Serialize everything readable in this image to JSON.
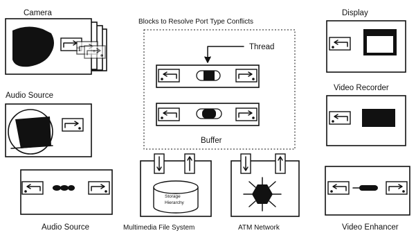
{
  "labels": {
    "camera": "Camera",
    "audio_source_top": "Audio Source",
    "audio_source_bottom": "Audio Source",
    "blocks_title": "Blocks to Resolve Port Type Conflicts",
    "thread": "Thread",
    "buffer": "Buffer",
    "display": "Display",
    "video_recorder": "Video Recorder",
    "multimedia_fs": "Multimedia File System",
    "storage_hierarchy_line1": "Storage",
    "storage_hierarchy_line2": "Hierarchy",
    "atm_network": "ATM Network",
    "video_enhancer": "Video Enhancer"
  },
  "colors": {
    "ink": "#111111",
    "paper": "#ffffff"
  }
}
